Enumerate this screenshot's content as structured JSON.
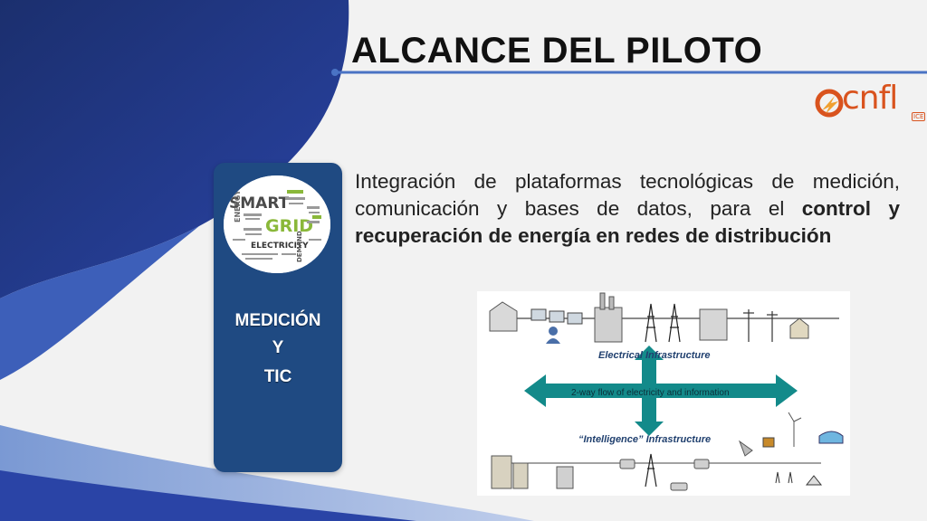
{
  "slide": {
    "title": "ALCANCE DEL PILOTO",
    "logo_text": "cnfl",
    "logo_sub": "ICE"
  },
  "card": {
    "line1": "MEDICIÓN",
    "line2": "Y",
    "line3": "TIC",
    "wordcloud_words": [
      "SMART",
      "GRID",
      "ELECTRICITY",
      "DEMAND",
      "ENERGY"
    ]
  },
  "description": {
    "part1": "Integración de plataformas tecnológicas de medición, comunicación y bases de datos, para el ",
    "bold": "control y recuperación de energía en redes de distribución"
  },
  "diagram": {
    "top_label": "Electrical Infrastructure",
    "arrow_label": "2-way flow of electricity and information",
    "bottom_label": "“Intelligence” Infrastructure"
  },
  "colors": {
    "card_bg": "#1f4a82",
    "accent_blue": "#1d3f8f",
    "arrow_teal": "#138a8a",
    "logo_orange": "#d9531e"
  }
}
